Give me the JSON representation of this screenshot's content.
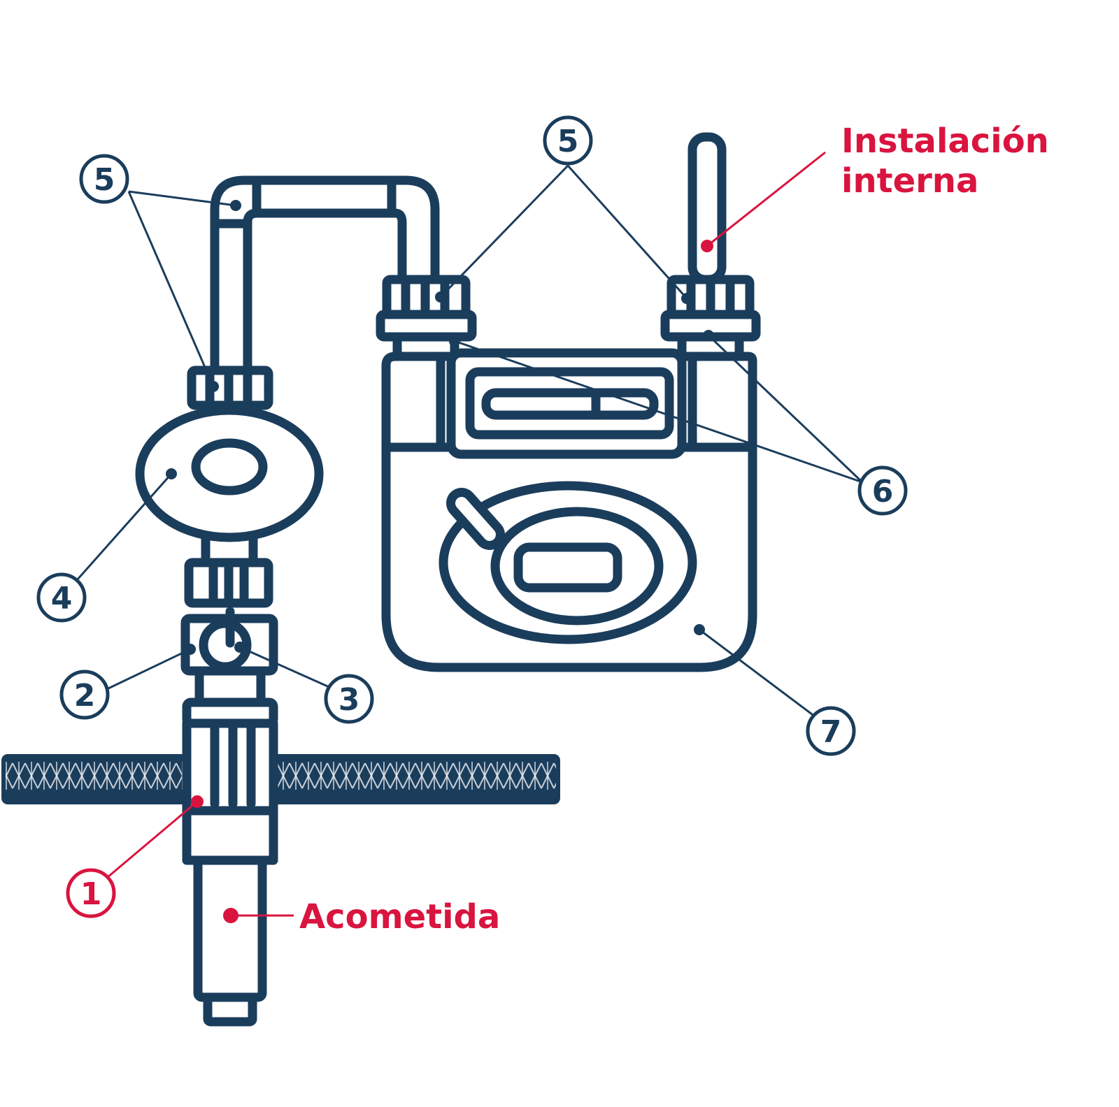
{
  "colors": {
    "line": "#1b3d5c",
    "accent": "#d9143f",
    "background": "#ffffff"
  },
  "labels": {
    "instalacion_line1": "Instalación",
    "instalacion_line2": "interna",
    "acometida": "Acometida"
  },
  "callouts": [
    {
      "id": "callout-1",
      "text": "1",
      "color": "accent"
    },
    {
      "id": "callout-2",
      "text": "2",
      "color": "line"
    },
    {
      "id": "callout-3",
      "text": "3",
      "color": "line"
    },
    {
      "id": "callout-4",
      "text": "4",
      "color": "line"
    },
    {
      "id": "callout-5-left",
      "text": "5",
      "color": "line"
    },
    {
      "id": "callout-5-top",
      "text": "5",
      "color": "line"
    },
    {
      "id": "callout-6",
      "text": "6",
      "color": "line"
    },
    {
      "id": "callout-7",
      "text": "7",
      "color": "line"
    }
  ]
}
